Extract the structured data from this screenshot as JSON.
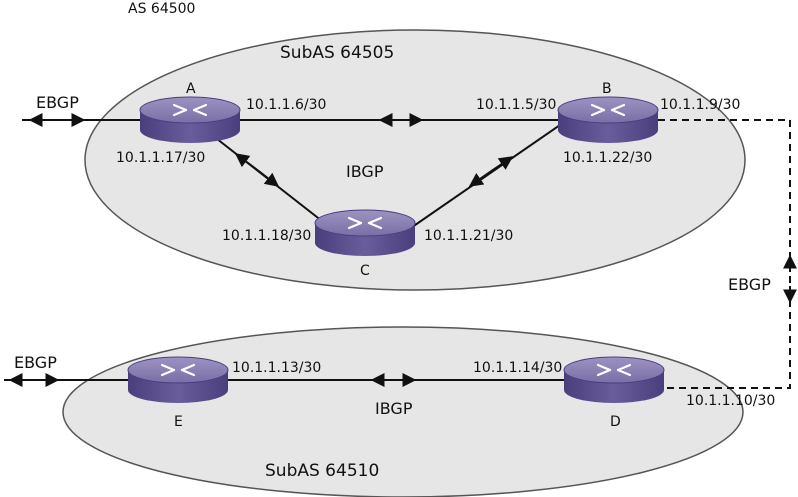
{
  "title": "AS 64500",
  "subas_top": {
    "label": "SubAS 64505",
    "ibgp_label": "IBGP"
  },
  "subas_bottom": {
    "label": "SubAS 64510",
    "ibgp_label": "IBGP"
  },
  "routers": {
    "a": {
      "label": "A"
    },
    "b": {
      "label": "B"
    },
    "c": {
      "label": "C"
    },
    "d": {
      "label": "D"
    },
    "e": {
      "label": "E"
    }
  },
  "links": {
    "ebgp_a": {
      "label": "EBGP"
    },
    "ebgp_e": {
      "label": "EBGP"
    },
    "ebgp_bd": {
      "label": "EBGP"
    },
    "a_b": {
      "a_ip": "10.1.1.6/30",
      "b_ip": "10.1.1.5/30"
    },
    "a_c": {
      "a_ip": "10.1.1.17/30",
      "c_ip": "10.1.1.18/30"
    },
    "b_c": {
      "b_ip": "10.1.1.22/30",
      "c_ip": "10.1.1.21/30"
    },
    "b_d": {
      "b_ip": "10.1.1.9/30",
      "d_ip": "10.1.1.10/30"
    },
    "e_d": {
      "e_ip": "10.1.1.13/30",
      "d_ip": "10.1.1.14/30"
    }
  },
  "colors": {
    "cloud_fill": "#e6e6e7",
    "router_top": "#8a7fb2",
    "router_side": "#5c4f8e",
    "line": "#111111"
  }
}
